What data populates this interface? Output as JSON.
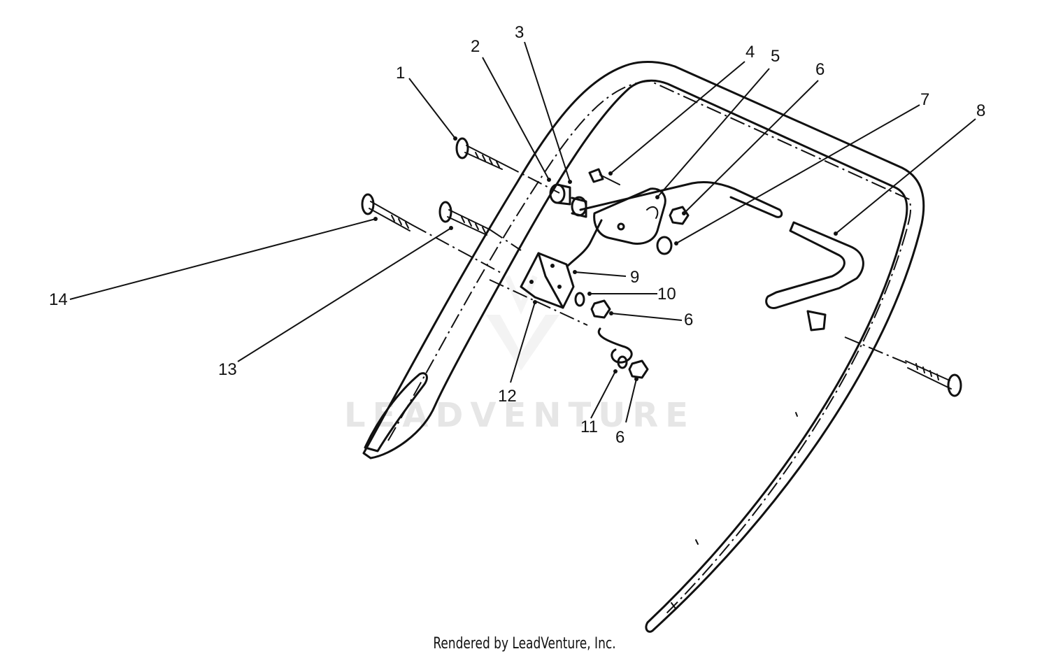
{
  "diagram": {
    "callouts": [
      "1",
      "2",
      "3",
      "4",
      "5",
      "6",
      "7",
      "8",
      "9",
      "10",
      "6",
      "12",
      "11",
      "6",
      "13",
      "14"
    ]
  },
  "watermark": "LEADVENTURE",
  "footer": "Rendered by LeadVenture, Inc."
}
